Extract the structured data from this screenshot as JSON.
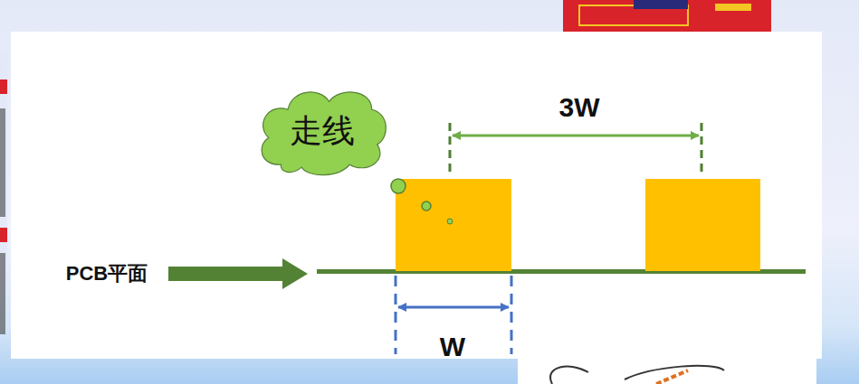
{
  "diagram": {
    "nodes": [
      {
        "text": [
          "走线"
        ]
      }
    ],
    "labels": [
      "3W",
      "PCB平面",
      "W"
    ]
  }
}
